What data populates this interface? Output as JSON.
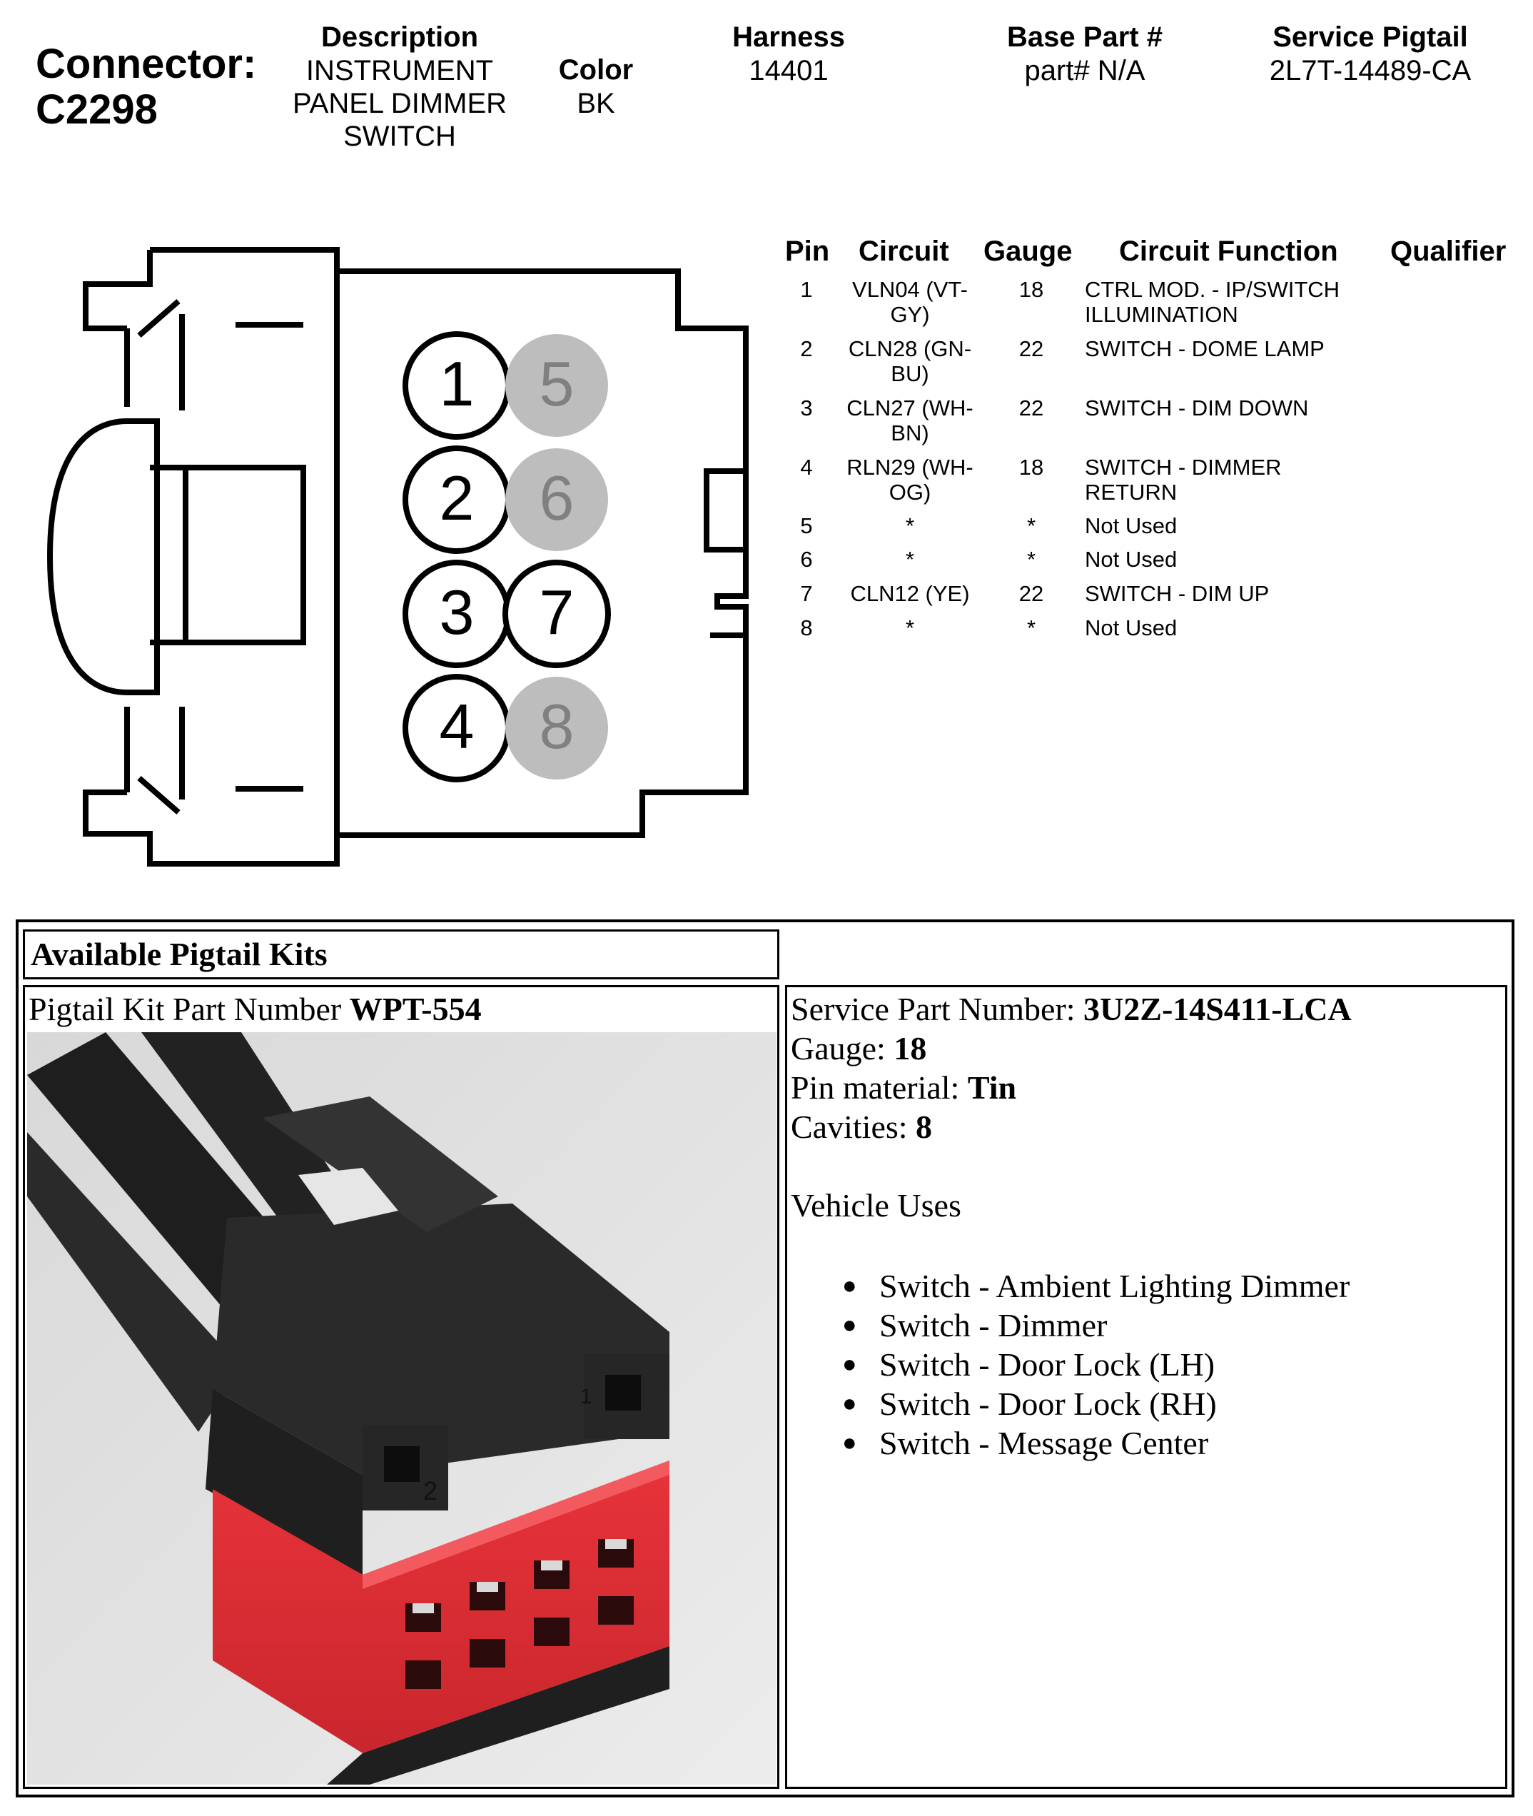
{
  "connector": {
    "label": "Connector:",
    "id": "C2298"
  },
  "header": {
    "description": {
      "label": "Description",
      "lines": [
        "INSTRUMENT",
        "PANEL DIMMER",
        "SWITCH"
      ]
    },
    "color": {
      "label": "Color",
      "value": "BK"
    },
    "harness": {
      "label": "Harness",
      "value": "14401"
    },
    "base_part": {
      "label": "Base Part #",
      "value": "part# N/A"
    },
    "service_pigtail": {
      "label": "Service Pigtail",
      "value": "2L7T-14489-CA"
    }
  },
  "diagram": {
    "pins": [
      {
        "num": "1",
        "used": true
      },
      {
        "num": "2",
        "used": true
      },
      {
        "num": "3",
        "used": true
      },
      {
        "num": "4",
        "used": true
      },
      {
        "num": "5",
        "used": false
      },
      {
        "num": "6",
        "used": false
      },
      {
        "num": "7",
        "used": true
      },
      {
        "num": "8",
        "used": false
      }
    ],
    "used_fill": "#ffffff",
    "unused_fill": "#bdbdbd",
    "unused_text": "#808080"
  },
  "pin_table": {
    "headers": {
      "pin": "Pin",
      "circuit": "Circuit",
      "gauge": "Gauge",
      "function": "Circuit Function",
      "qualifier": "Qualifier"
    },
    "rows": [
      {
        "pin": "1",
        "circuit": [
          "VLN04 (VT-",
          "GY)"
        ],
        "gauge": "18",
        "function": [
          "CTRL MOD. - IP/SWITCH",
          "ILLUMINATION"
        ]
      },
      {
        "pin": "2",
        "circuit": [
          "CLN28 (GN-",
          "BU)"
        ],
        "gauge": "22",
        "function": [
          "SWITCH - DOME LAMP"
        ]
      },
      {
        "pin": "3",
        "circuit": [
          "CLN27 (WH-",
          "BN)"
        ],
        "gauge": "22",
        "function": [
          "SWITCH - DIM DOWN"
        ]
      },
      {
        "pin": "4",
        "circuit": [
          "RLN29 (WH-",
          "OG)"
        ],
        "gauge": "18",
        "function": [
          "SWITCH - DIMMER",
          "RETURN"
        ]
      },
      {
        "pin": "5",
        "circuit": [
          "*"
        ],
        "gauge": "*",
        "function": [
          "Not Used"
        ]
      },
      {
        "pin": "6",
        "circuit": [
          "*"
        ],
        "gauge": "*",
        "function": [
          "Not Used"
        ]
      },
      {
        "pin": "7",
        "circuit": [
          "CLN12 (YE)"
        ],
        "gauge": "22",
        "function": [
          "SWITCH - DIM UP"
        ]
      },
      {
        "pin": "8",
        "circuit": [
          "*"
        ],
        "gauge": "*",
        "function": [
          "Not Used"
        ]
      }
    ]
  },
  "pigtail_kits": {
    "title": "Available Pigtail Kits",
    "kit_label": "Pigtail Kit Part Number ",
    "kit_number": "WPT-554",
    "specs": [
      {
        "label": "Service Part Number: ",
        "value": "3U2Z-14S411-LCA"
      },
      {
        "label": "Gauge: ",
        "value": "18"
      },
      {
        "label": "Pin material: ",
        "value": "Tin"
      },
      {
        "label": "Cavities: ",
        "value": "8"
      }
    ],
    "uses_title": "Vehicle Uses",
    "uses": [
      "Switch - Ambient Lighting Dimmer",
      "Switch - Dimmer",
      "Switch - Door Lock (LH)",
      "Switch - Door Lock (RH)",
      "Switch - Message Center"
    ],
    "photo": {
      "connector_number": "2",
      "mark": "1",
      "housing_color": "#e8333a",
      "body_color": "#2a2a2a"
    }
  }
}
